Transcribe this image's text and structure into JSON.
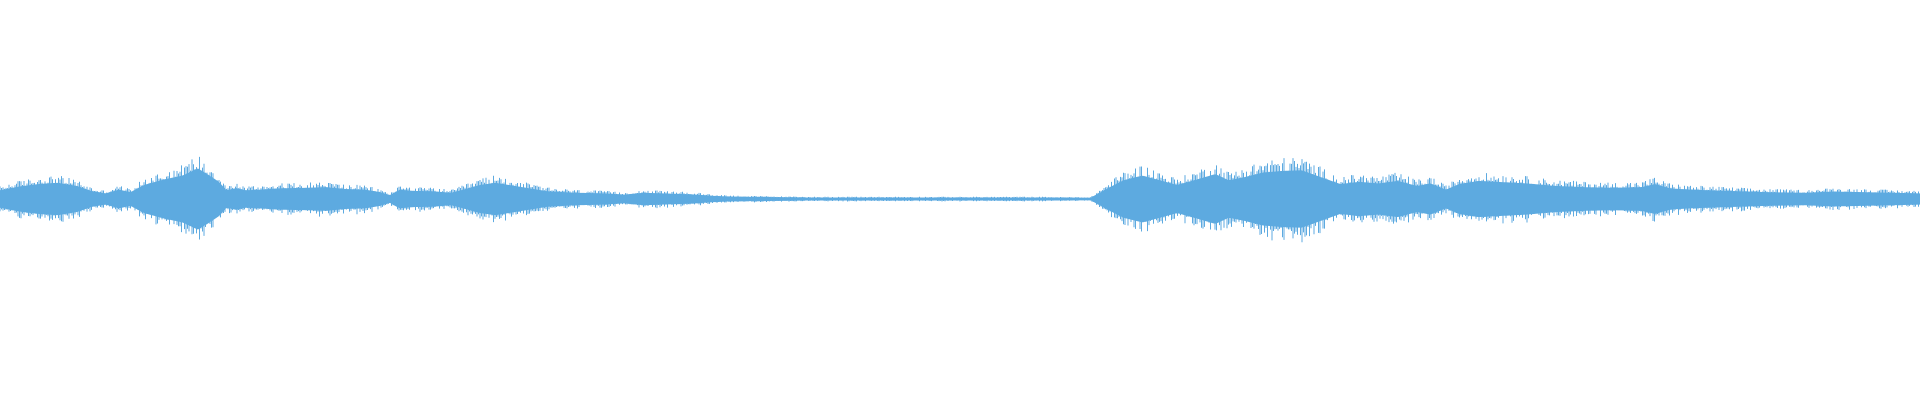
{
  "waveform": {
    "color": "#5DAAE0",
    "background": "#FFFFFF",
    "envelope": [
      [
        0.0,
        0.28
      ],
      [
        0.01,
        0.4
      ],
      [
        0.02,
        0.48
      ],
      [
        0.03,
        0.52
      ],
      [
        0.04,
        0.42
      ],
      [
        0.048,
        0.25
      ],
      [
        0.055,
        0.18
      ],
      [
        0.062,
        0.3
      ],
      [
        0.068,
        0.22
      ],
      [
        0.075,
        0.45
      ],
      [
        0.085,
        0.62
      ],
      [
        0.095,
        0.75
      ],
      [
        0.103,
        0.98
      ],
      [
        0.108,
        0.8
      ],
      [
        0.114,
        0.55
      ],
      [
        0.118,
        0.28
      ],
      [
        0.123,
        0.35
      ],
      [
        0.128,
        0.28
      ],
      [
        0.135,
        0.3
      ],
      [
        0.145,
        0.34
      ],
      [
        0.16,
        0.36
      ],
      [
        0.17,
        0.38
      ],
      [
        0.18,
        0.32
      ],
      [
        0.19,
        0.3
      ],
      [
        0.198,
        0.22
      ],
      [
        0.203,
        0.12
      ],
      [
        0.208,
        0.3
      ],
      [
        0.215,
        0.26
      ],
      [
        0.225,
        0.25
      ],
      [
        0.235,
        0.2
      ],
      [
        0.24,
        0.28
      ],
      [
        0.25,
        0.45
      ],
      [
        0.258,
        0.52
      ],
      [
        0.265,
        0.45
      ],
      [
        0.275,
        0.35
      ],
      [
        0.285,
        0.25
      ],
      [
        0.3,
        0.2
      ],
      [
        0.315,
        0.18
      ],
      [
        0.325,
        0.14
      ],
      [
        0.335,
        0.2
      ],
      [
        0.345,
        0.18
      ],
      [
        0.36,
        0.15
      ],
      [
        0.372,
        0.1
      ],
      [
        0.38,
        0.08
      ],
      [
        0.39,
        0.07
      ],
      [
        0.42,
        0.05
      ],
      [
        0.46,
        0.05
      ],
      [
        0.5,
        0.05
      ],
      [
        0.54,
        0.05
      ],
      [
        0.568,
        0.04
      ],
      [
        0.575,
        0.28
      ],
      [
        0.585,
        0.6
      ],
      [
        0.595,
        0.75
      ],
      [
        0.603,
        0.62
      ],
      [
        0.613,
        0.45
      ],
      [
        0.623,
        0.62
      ],
      [
        0.633,
        0.8
      ],
      [
        0.64,
        0.6
      ],
      [
        0.648,
        0.7
      ],
      [
        0.658,
        0.85
      ],
      [
        0.668,
        0.9
      ],
      [
        0.678,
        0.92
      ],
      [
        0.688,
        0.7
      ],
      [
        0.698,
        0.48
      ],
      [
        0.708,
        0.55
      ],
      [
        0.718,
        0.5
      ],
      [
        0.728,
        0.58
      ],
      [
        0.738,
        0.42
      ],
      [
        0.745,
        0.5
      ],
      [
        0.753,
        0.3
      ],
      [
        0.76,
        0.48
      ],
      [
        0.77,
        0.58
      ],
      [
        0.78,
        0.55
      ],
      [
        0.795,
        0.5
      ],
      [
        0.81,
        0.42
      ],
      [
        0.825,
        0.38
      ],
      [
        0.84,
        0.36
      ],
      [
        0.855,
        0.38
      ],
      [
        0.862,
        0.48
      ],
      [
        0.87,
        0.34
      ],
      [
        0.88,
        0.3
      ],
      [
        0.9,
        0.26
      ],
      [
        0.92,
        0.22
      ],
      [
        0.94,
        0.2
      ],
      [
        0.955,
        0.24
      ],
      [
        0.97,
        0.22
      ],
      [
        0.985,
        0.2
      ],
      [
        1.0,
        0.18
      ]
    ]
  }
}
